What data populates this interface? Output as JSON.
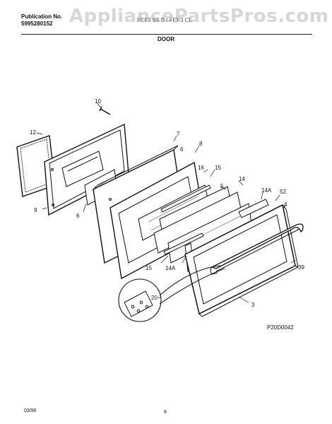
{
  "header": {
    "publication_label": "Publication No.",
    "publication_number": "5995280152",
    "model_line": "FEF3 9S B / FEF3 CL",
    "section_title": "DOOR",
    "watermark": "AppliancePartsPros.com"
  },
  "diagram": {
    "callouts": [
      "10",
      "12",
      "7",
      "8",
      "16",
      "15",
      "5",
      "14",
      "14A",
      "52",
      "4",
      "9",
      "6",
      "6",
      "15",
      "14A",
      "39",
      "20",
      "3"
    ],
    "drawing_code": "P20D0042"
  },
  "footer": {
    "date": "03/96",
    "page": "8"
  }
}
